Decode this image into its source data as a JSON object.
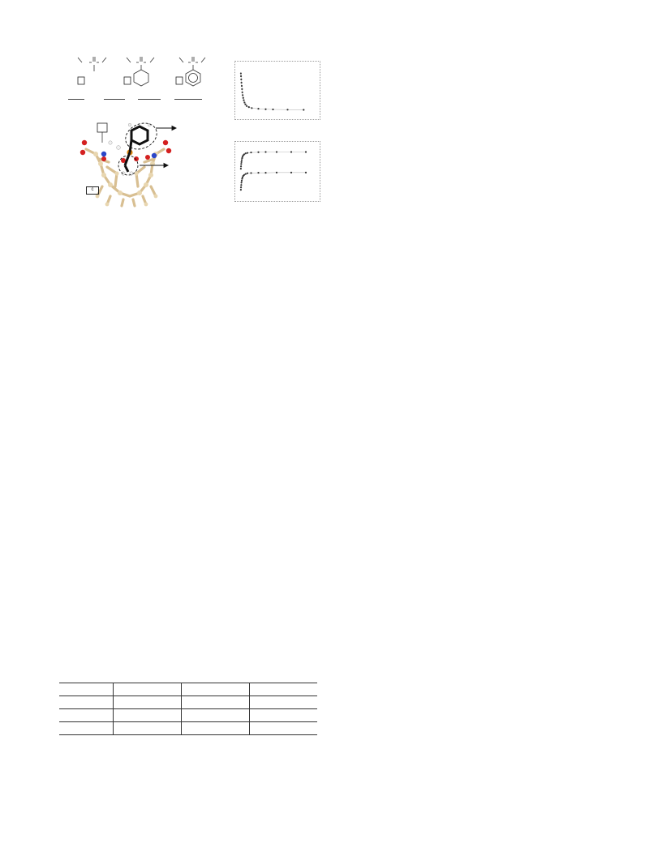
{
  "figure": {
    "molecule_label_c": "c",
    "tag_a": "",
    "tag_b": "",
    "tag_c": "",
    "tag_main": ""
  },
  "chart_data": [
    {
      "type": "scatter",
      "title": "",
      "xlabel": "",
      "ylabel": "",
      "xlim": [
        0,
        10
      ],
      "ylim": [
        0,
        10
      ],
      "grid": false,
      "series": [
        {
          "x": [
            0.1,
            0.12,
            0.15,
            0.18,
            0.22,
            0.26,
            0.3,
            0.35,
            0.42,
            0.5,
            0.6,
            0.72,
            0.9,
            1.2,
            1.6,
            2.5,
            3.5,
            4.5,
            6.5,
            8.7
          ],
          "y": [
            8.5,
            7.9,
            7.2,
            6.5,
            5.8,
            5.1,
            4.4,
            3.8,
            3.2,
            2.7,
            2.2,
            1.8,
            1.45,
            1.2,
            1.0,
            0.85,
            0.75,
            0.7,
            0.65,
            0.62
          ]
        }
      ]
    },
    {
      "type": "scatter",
      "title": "",
      "xlabel": "",
      "ylabel": "",
      "xlim": [
        0,
        10
      ],
      "ylim": [
        0,
        10
      ],
      "grid": false,
      "series": [
        {
          "x": [
            0.1,
            0.12,
            0.15,
            0.18,
            0.22,
            0.27,
            0.33,
            0.42,
            0.55,
            0.75,
            1.0,
            1.5,
            2.5,
            3.5,
            5.0,
            7.0,
            9.0
          ],
          "y": [
            5.4,
            5.9,
            6.4,
            6.8,
            7.2,
            7.6,
            7.9,
            8.2,
            8.4,
            8.6,
            8.7,
            8.8,
            8.85,
            8.9,
            8.9,
            8.9,
            8.9
          ]
        },
        {
          "x": [
            0.1,
            0.12,
            0.15,
            0.18,
            0.22,
            0.27,
            0.33,
            0.42,
            0.55,
            0.75,
            1.0,
            1.5,
            2.5,
            3.5,
            5.0,
            7.0,
            9.0
          ],
          "y": [
            1.0,
            1.5,
            2.0,
            2.5,
            2.9,
            3.3,
            3.6,
            3.9,
            4.1,
            4.3,
            4.45,
            4.5,
            4.55,
            4.55,
            4.6,
            4.6,
            4.6
          ]
        }
      ]
    }
  ],
  "table": {
    "rows": [
      [
        "",
        "",
        "",
        ""
      ],
      [
        "",
        "",
        "",
        ""
      ],
      [
        "",
        "",
        "",
        ""
      ],
      [
        "",
        "",
        "",
        ""
      ]
    ]
  }
}
